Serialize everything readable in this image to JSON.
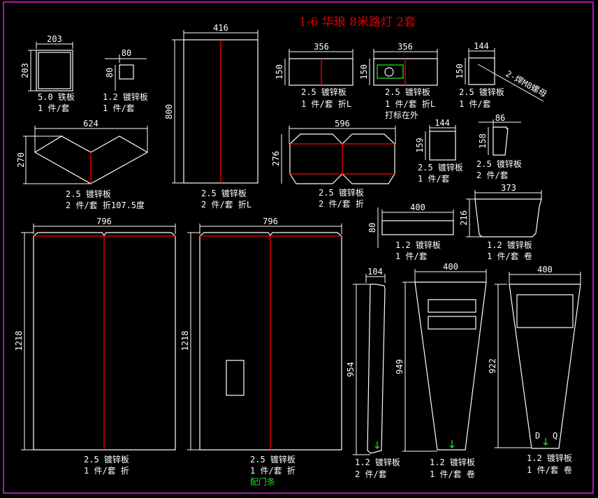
{
  "title": "1-6 华琅 8米路灯 2套",
  "colors": {
    "background": "#000000",
    "lines": "#ffffff",
    "fold": "#ff0000",
    "note": "#22dd22",
    "frame": "#e020e0",
    "title": "#e00000"
  },
  "parts": [
    {
      "id": "p1",
      "dims": [
        "203",
        "203"
      ],
      "material": "5.0 铁板",
      "qty": "1 件/套"
    },
    {
      "id": "p2",
      "dims": [
        "80",
        "80"
      ],
      "material": "1.2 镀锌板",
      "qty": "1 件/套"
    },
    {
      "id": "p3",
      "dims": [
        "416",
        "800"
      ],
      "material": "2.5 镀锌板",
      "qty": "2 件/套 折L"
    },
    {
      "id": "p4",
      "dims": [
        "356",
        "150"
      ],
      "material": "2.5 镀锌板",
      "qty": "1 件/套 折L"
    },
    {
      "id": "p5",
      "dims": [
        "356",
        "150"
      ],
      "material": "2.5 镀锌板",
      "qty": "1 件/套 折L",
      "note": "打标在外"
    },
    {
      "id": "p6",
      "dims": [
        "144",
        "150"
      ],
      "material": "2.5 镀锌板",
      "qty": "1 件/套",
      "callout": "2-焊M8螺母"
    },
    {
      "id": "p7",
      "dims": [
        "624",
        "270"
      ],
      "material": "2.5 镀锌板",
      "qty": "2 件/套 折107.5度"
    },
    {
      "id": "p8",
      "dims": [
        "596",
        "276"
      ],
      "material": "2.5 镀锌板",
      "qty": "2 件/套 折"
    },
    {
      "id": "p9",
      "dims": [
        "144",
        "159"
      ],
      "material": "2.5 镀锌板",
      "qty": "1 件/套"
    },
    {
      "id": "p10",
      "dims": [
        "86",
        "158"
      ],
      "material": "2.5 镀锌板",
      "qty": "2 件/套"
    },
    {
      "id": "p11",
      "dims": [
        "400",
        "80"
      ],
      "material": "1.2 镀锌板",
      "qty": "1 件/套"
    },
    {
      "id": "p12",
      "dims": [
        "373",
        "216"
      ],
      "material": "1.2 镀锌板",
      "qty": "1 件/套 卷"
    },
    {
      "id": "p13",
      "dims": [
        "796",
        "1218"
      ],
      "material": "2.5 镀锌板",
      "qty": "1 件/套 折"
    },
    {
      "id": "p14",
      "dims": [
        "796",
        "1218"
      ],
      "material": "2.5 镀锌板",
      "qty": "1 件/套 折",
      "note": "配门条"
    },
    {
      "id": "p15",
      "dims": [
        "104",
        "954"
      ],
      "material": "1.2 镀锌板",
      "qty": "2 件/套"
    },
    {
      "id": "p16",
      "dims": [
        "400",
        "949"
      ],
      "material": "1.2 镀锌板",
      "qty": "1 件/套 卷"
    },
    {
      "id": "p17",
      "dims": [
        "400",
        "922"
      ],
      "material": "1.2 镀锌板",
      "qty": "1 件/套 卷"
    }
  ]
}
